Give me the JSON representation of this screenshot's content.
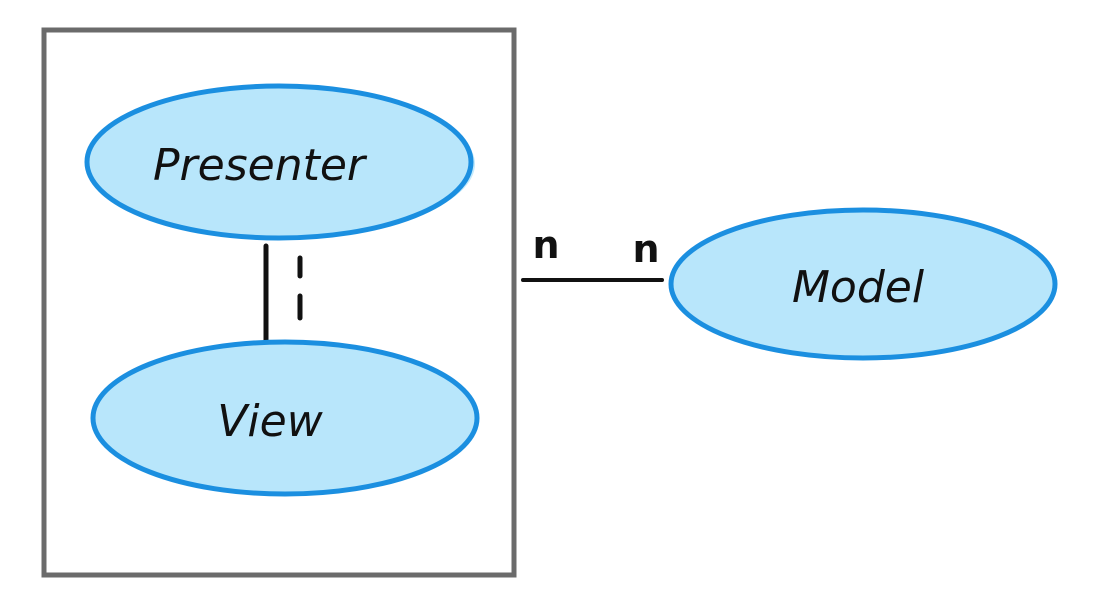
{
  "diagram": {
    "nodes": {
      "presenter": "Presenter",
      "view": "View",
      "model": "Model"
    },
    "multiplicity": {
      "left": "n",
      "right": "n"
    },
    "colors": {
      "ellipse_fill": "#b8e6fb",
      "ellipse_stroke": "#1b8fe0",
      "frame_stroke": "#6b6b6b",
      "line": "#111111"
    }
  }
}
